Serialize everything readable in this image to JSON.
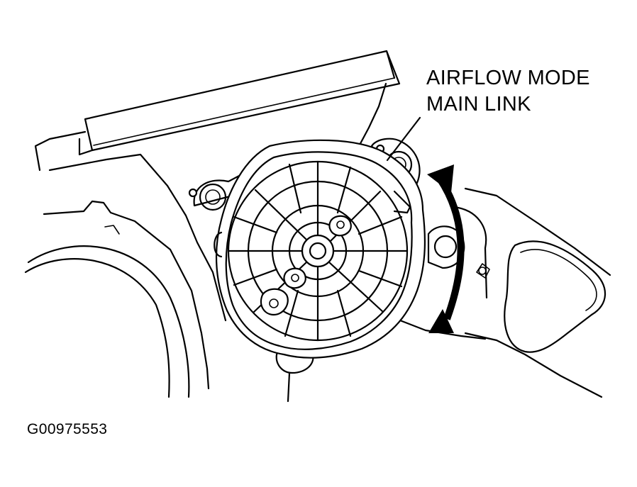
{
  "diagram": {
    "callout": {
      "line1": "AIRFLOW MODE",
      "line2": "MAIN LINK"
    },
    "figure_code": "G00975553",
    "icons": {
      "rotation_arrow": "double-headed-curved-arrow-icon"
    }
  }
}
